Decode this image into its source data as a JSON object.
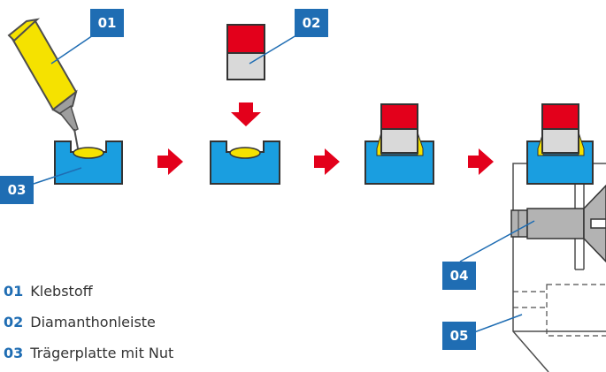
{
  "labels": {
    "b01": "01",
    "b02": "02",
    "b03": "03",
    "b04": "04",
    "b05": "05"
  },
  "legend": [
    {
      "num": "01",
      "text": "Klebstoff"
    },
    {
      "num": "02",
      "text": "Diamanthonleiste"
    },
    {
      "num": "03",
      "text": "Trägerplatte mit Nut"
    }
  ],
  "colors": {
    "accent_blue": "#1f6db3",
    "carrier_blue": "#1a9ee0",
    "adhesive_yellow": "#f5e200",
    "diamond_red": "#e3001b",
    "hone_grey": "#d9d9d9",
    "arrow_red": "#e3001b",
    "tool_grey": "#b3b3b3",
    "outline": "#4d4d4d"
  }
}
